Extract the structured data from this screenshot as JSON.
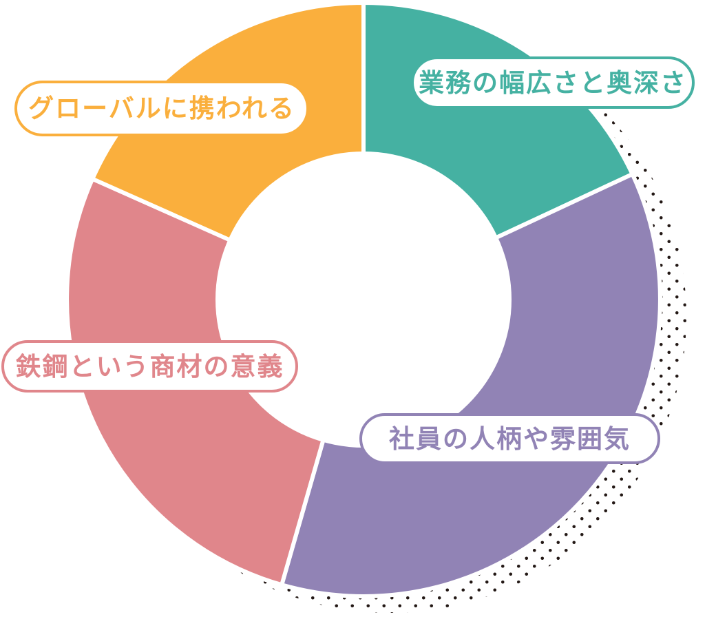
{
  "chart_data": {
    "type": "pie",
    "subtype": "donut",
    "direction": "clockwise",
    "start_angle_deg": 0,
    "inner_radius_ratio": 0.5,
    "background_color": "#FFFFFF",
    "shadow_dot_color": "#231815",
    "segments": [
      {
        "label": "業務の幅広さと奥深さ",
        "color": "#45B1A2",
        "angle_deg": 65
      },
      {
        "label": "社員の人柄や雰囲気",
        "color": "#9183B5",
        "angle_deg": 131
      },
      {
        "label": "鉄鋼という商材の意義",
        "color": "#E0868B",
        "angle_deg": 98
      },
      {
        "label": "グローバルに携われる",
        "color": "#FAAF3D",
        "angle_deg": 66
      }
    ]
  }
}
